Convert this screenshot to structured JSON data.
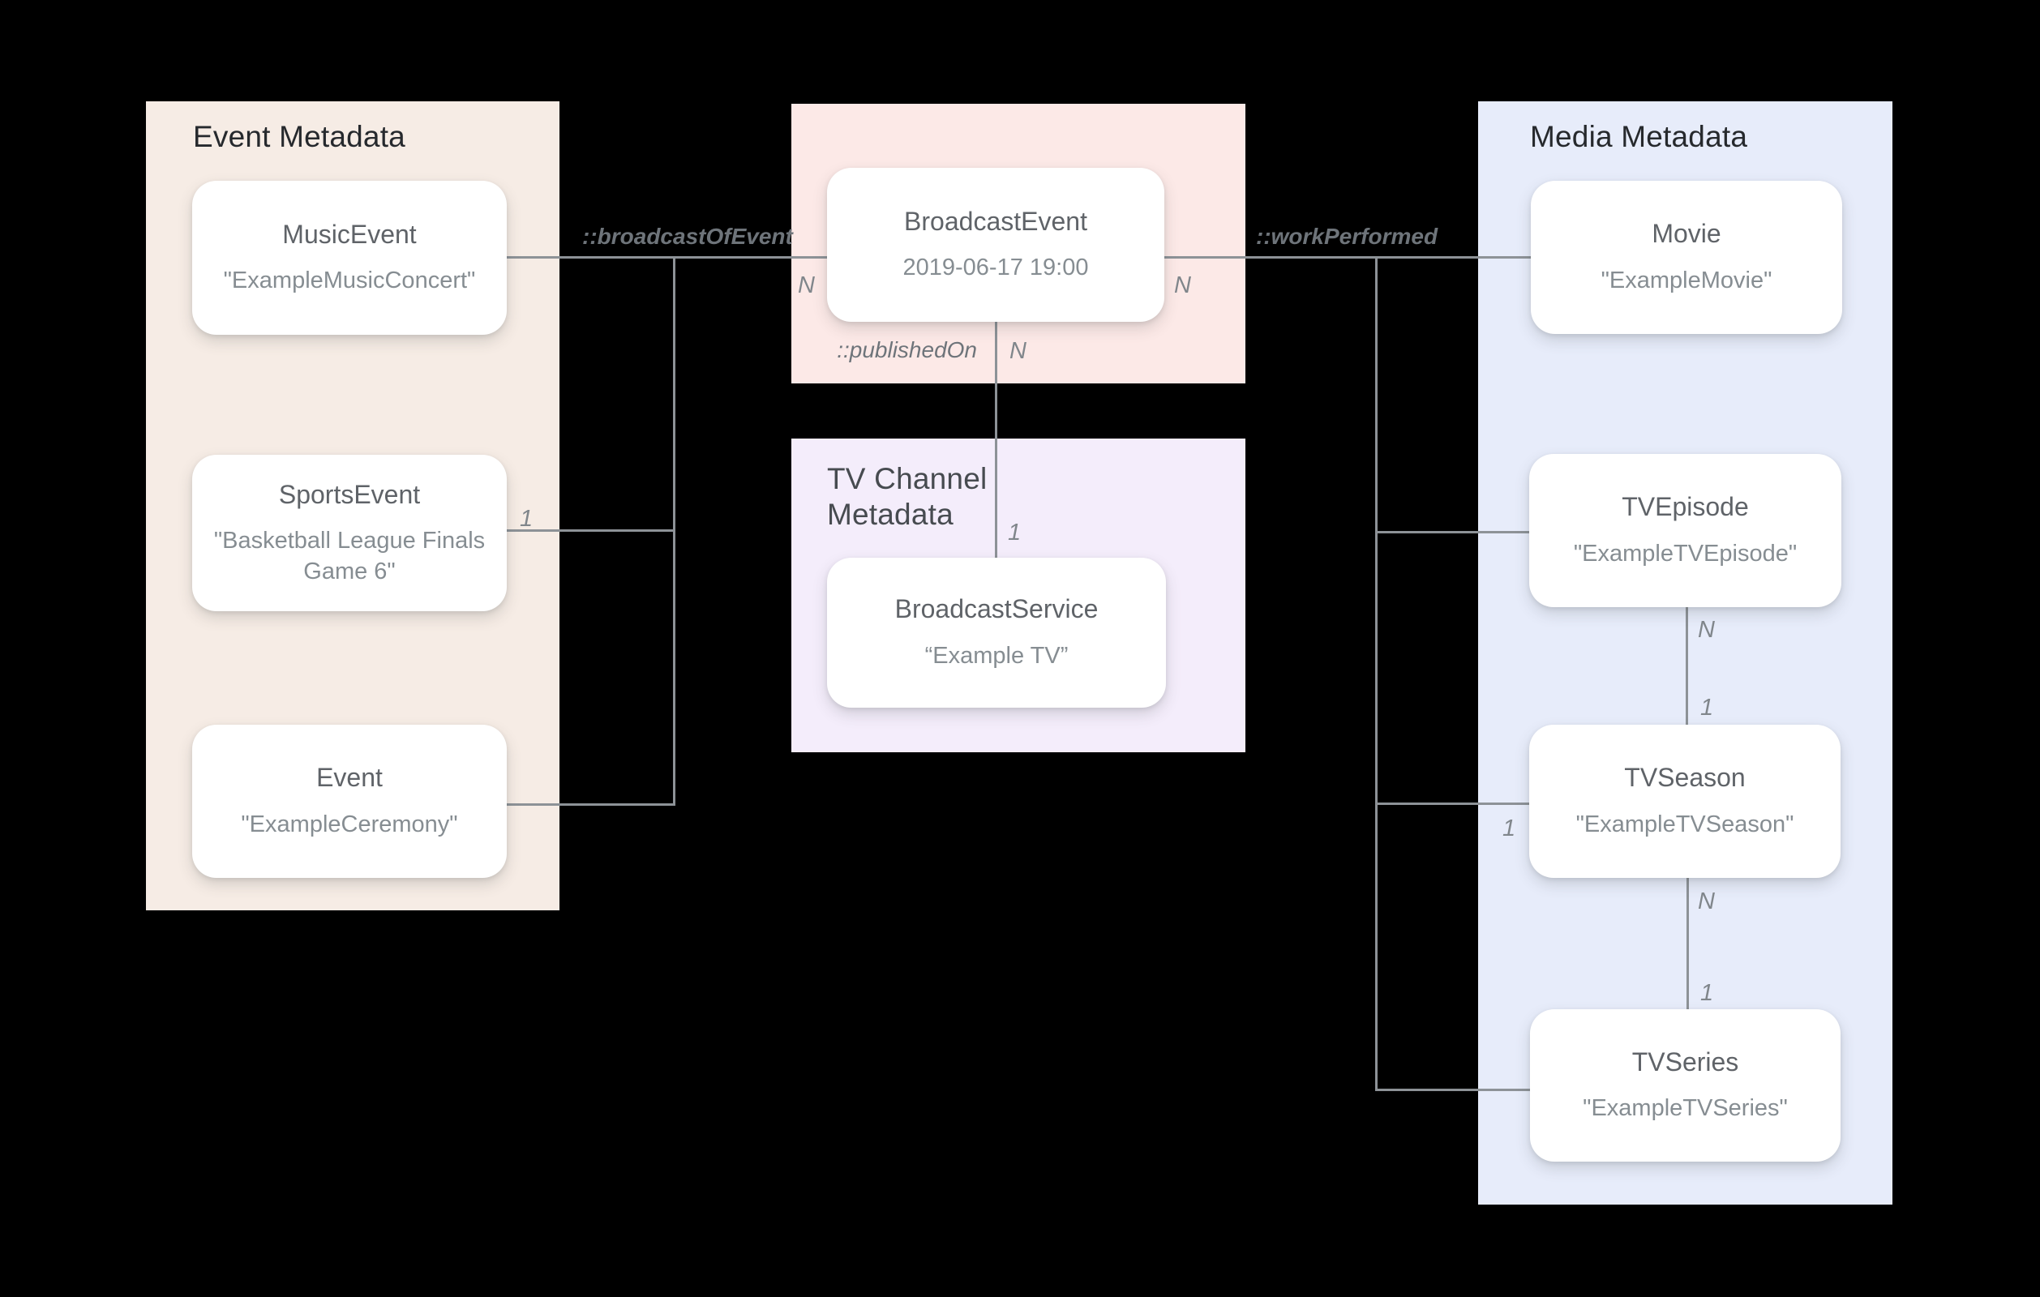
{
  "colors": {
    "background": "#000000",
    "event_panel": "#f6ece5",
    "broadcast_event_panel": "#fce9e7",
    "tv_channel_panel": "#f4edfb",
    "media_panel": "#e7ecfa",
    "node_background": "#ffffff",
    "connector_line": "#8d9297",
    "panel_title_text": "#26292d",
    "node_title_text": "#5f6368",
    "node_subtitle_text": "#868d92",
    "relationship_label_text": "#6e747a",
    "cardinality_label_text": "#80868b"
  },
  "panels": {
    "event": {
      "title": "Event Metadata"
    },
    "tv_channel": {
      "title": "TV Channel Metadata"
    },
    "media": {
      "title": "Media Metadata"
    }
  },
  "nodes": {
    "music_event": {
      "title": "MusicEvent",
      "subtitle": "\"ExampleMusicConcert\""
    },
    "sports_event": {
      "title": "SportsEvent",
      "subtitle": "\"Basketball League Finals Game 6\""
    },
    "event": {
      "title": "Event",
      "subtitle": "\"ExampleCeremony\""
    },
    "broadcast_event": {
      "title": "BroadcastEvent",
      "subtitle": "2019-06-17 19:00"
    },
    "broadcast_service": {
      "title": "BroadcastService",
      "subtitle": "“Example TV”"
    },
    "movie": {
      "title": "Movie",
      "subtitle": "\"ExampleMovie\""
    },
    "tv_episode": {
      "title": "TVEpisode",
      "subtitle": "\"ExampleTVEpisode\""
    },
    "tv_season": {
      "title": "TVSeason",
      "subtitle": "\"ExampleTVSeason\""
    },
    "tv_series": {
      "title": "TVSeries",
      "subtitle": "\"ExampleTVSeries\""
    }
  },
  "labels": {
    "broadcast_of_event": "::broadcastOfEvent",
    "work_performed": "::workPerformed",
    "published_on": "::publishedOn"
  },
  "cardinalities": {
    "broadcast_left_n": "N",
    "broadcast_right_n": "N",
    "sports_event_1": "1",
    "published_on_n": "N",
    "published_on_1": "1",
    "tv_season_left_1": "1",
    "episode_season_n": "N",
    "episode_season_1": "1",
    "season_series_n": "N",
    "season_series_1": "1"
  }
}
